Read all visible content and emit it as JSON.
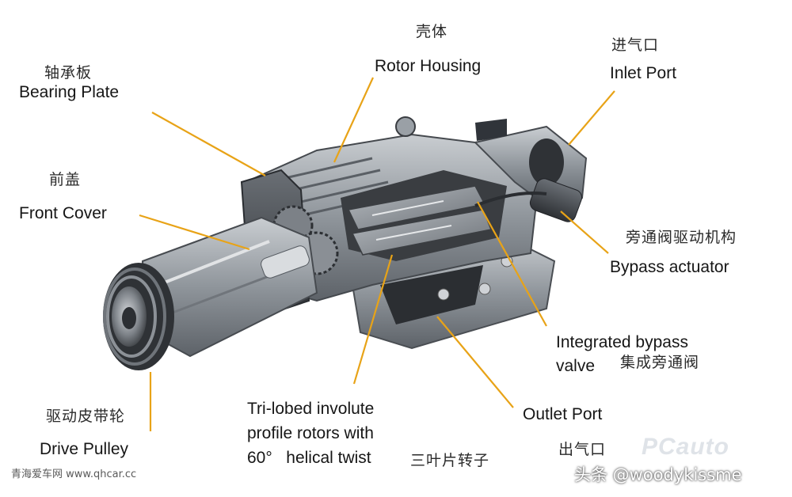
{
  "labels": {
    "rotor_housing": {
      "cn": "壳体",
      "en": "Rotor Housing"
    },
    "inlet_port": {
      "cn": "进气口",
      "en": "Inlet Port"
    },
    "bearing_plate": {
      "cn": "轴承板",
      "en": "Bearing Plate"
    },
    "front_cover": {
      "cn": "前盖",
      "en": "Front Cover"
    },
    "bypass_actuator": {
      "cn": "旁通阀驱动机构",
      "en": "Bypass actuator"
    },
    "bypass_valve": {
      "en_line1": "Integrated bypass",
      "en_line2": "valve",
      "cn": "集成旁通阀"
    },
    "outlet_port": {
      "en": "Outlet Port",
      "cn": "出气口"
    },
    "drive_pulley": {
      "cn": "驱动皮带轮",
      "en": "Drive Pulley"
    },
    "rotors": {
      "en_line1": "Tri-lobed involute",
      "en_line2": "profile rotors with",
      "en_line3": "60°   helical twist",
      "cn": "三叶片转子"
    }
  },
  "watermarks": {
    "source": "青海爱车网 www.qhcar.cc",
    "author": "头条 @woodykissme",
    "logo": "PCauto"
  },
  "colors": {
    "leader_line": "#e8a317",
    "body_metal": "#9aa0a6",
    "dark_metal": "#3c4046"
  }
}
